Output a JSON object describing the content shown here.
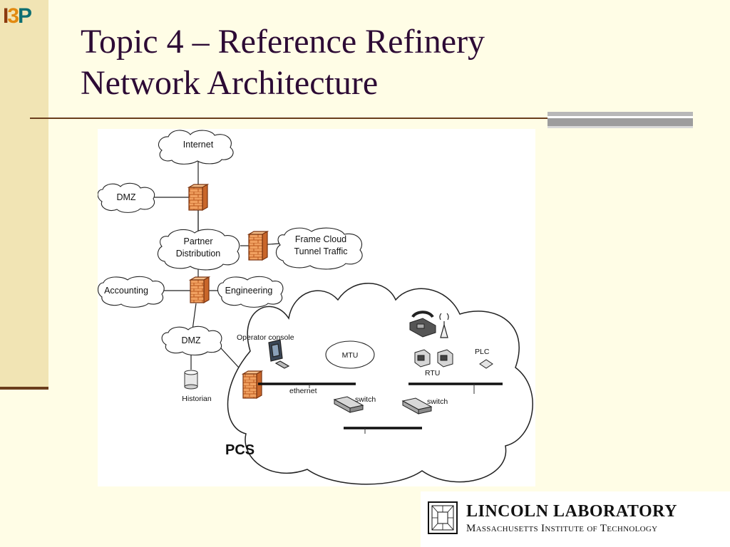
{
  "header": {
    "logo": {
      "letter1": "I",
      "letter2": "3",
      "letter3": "P"
    },
    "title_line1": "Topic 4 – Reference Refinery",
    "title_line2": "Network Architecture"
  },
  "diagram": {
    "clouds": {
      "internet": "Internet",
      "dmz_top": "DMZ",
      "partner_line1": "Partner",
      "partner_line2": "Distribution",
      "frame_line1": "Frame Cloud",
      "frame_line2": "Tunnel Traffic",
      "accounting": "Accounting",
      "engineering": "Engineering",
      "dmz_bottom": "DMZ",
      "mtu": "MTU"
    },
    "labels": {
      "historian": "Historian",
      "operator_console": "Operator console",
      "ethernet": "ethernet",
      "switch1": "switch",
      "switch2": "switch",
      "rtu": "RTU",
      "plc": "PLC",
      "pcs": "PCS"
    }
  },
  "footer": {
    "lab_name": "LINCOLN LABORATORY",
    "institute": "Massachusetts Institute of Technology"
  },
  "colors": {
    "title": "#2d0b35",
    "background": "#fffde6",
    "side_bar": "#f1e4b4",
    "firewall": "#f0a060"
  }
}
